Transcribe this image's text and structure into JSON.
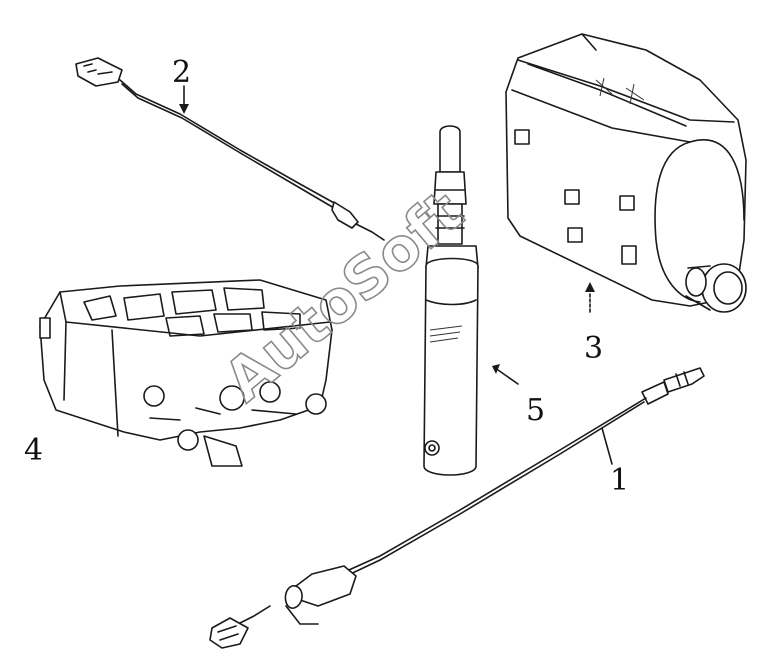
{
  "callouts": {
    "p1": "1",
    "p2": "2",
    "p3": "3",
    "p4": "4",
    "p5": "5"
  },
  "watermark": "AutoSoft",
  "colors": {
    "line": "#1a1a1a",
    "background": "#ffffff",
    "watermark": "#8a8a8a"
  }
}
